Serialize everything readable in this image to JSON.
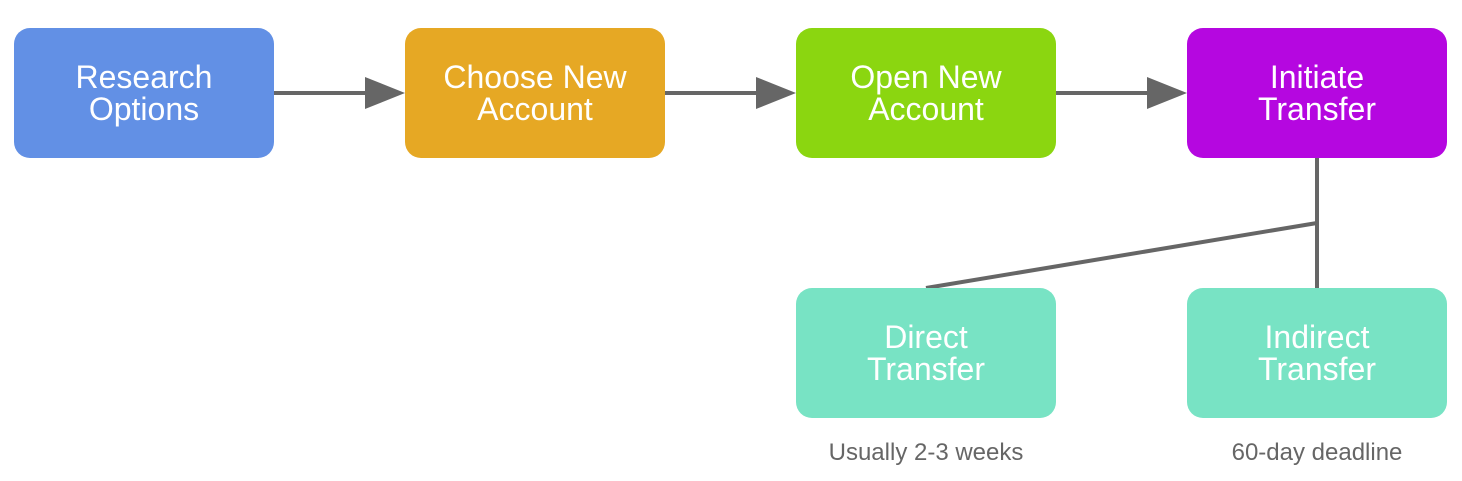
{
  "diagram": {
    "nodes": [
      {
        "id": "research",
        "lines": [
          "Research",
          "Options"
        ],
        "color": "#6290e5"
      },
      {
        "id": "choose",
        "lines": [
          "Choose New",
          "Account"
        ],
        "color": "#e6a824"
      },
      {
        "id": "open",
        "lines": [
          "Open New",
          "Account"
        ],
        "color": "#8bd610"
      },
      {
        "id": "initiate",
        "lines": [
          "Initiate",
          "Transfer"
        ],
        "color": "#b507e0"
      },
      {
        "id": "direct",
        "lines": [
          "Direct",
          "Transfer"
        ],
        "color": "#78e3c4"
      },
      {
        "id": "indirect",
        "lines": [
          "Indirect",
          "Transfer"
        ],
        "color": "#78e3c4"
      }
    ],
    "edges": [
      {
        "from": "research",
        "to": "choose",
        "arrow": true
      },
      {
        "from": "choose",
        "to": "open",
        "arrow": true
      },
      {
        "from": "open",
        "to": "initiate",
        "arrow": true
      },
      {
        "from": "initiate",
        "to": "direct",
        "arrow": false
      },
      {
        "from": "initiate",
        "to": "indirect",
        "arrow": false
      }
    ],
    "edge_color": "#666666",
    "notes": {
      "direct": "Usually 2-3 weeks",
      "indirect": "60-day deadline"
    }
  }
}
